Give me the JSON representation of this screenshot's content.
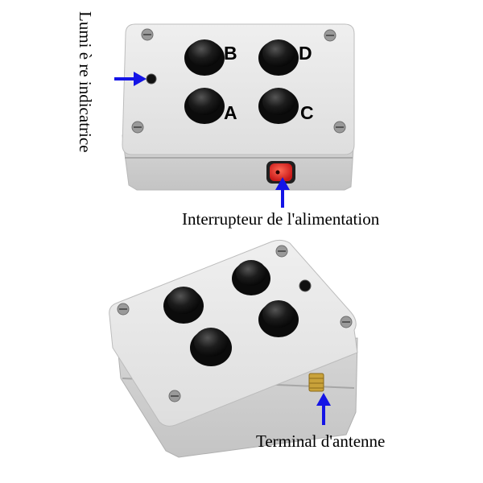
{
  "labels": {
    "indicator": "Lumi è re indicatrice",
    "power_switch": "Interrupteur de l'alimentation",
    "antenna": "Terminal d'antenne"
  },
  "buttons": {
    "a": "A",
    "b": "B",
    "c": "C",
    "d": "D"
  },
  "colors": {
    "arrow": "#1414e6",
    "enclosure": "#dcdcdc",
    "button": "#1a1a1a",
    "switch": "#e02020"
  }
}
